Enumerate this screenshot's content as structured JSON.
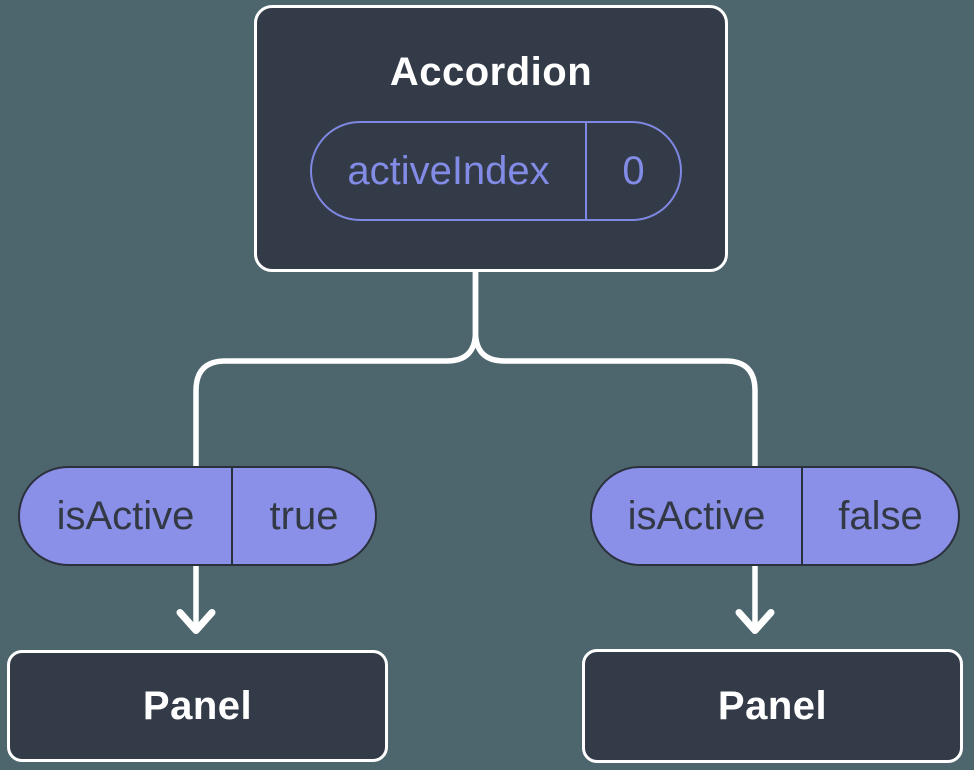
{
  "tree": {
    "root": {
      "label": "Accordion",
      "state_pill": {
        "key": "activeIndex",
        "value": "0"
      }
    },
    "branches": [
      {
        "prop_pill": {
          "key": "isActive",
          "value": "true"
        },
        "child": {
          "label": "Panel"
        }
      },
      {
        "prop_pill": {
          "key": "isActive",
          "value": "false"
        },
        "child": {
          "label": "Panel"
        }
      }
    ],
    "colors": {
      "background": "#4D666D",
      "node_fill": "#343B48",
      "node_border": "#FFFFFF",
      "connector": "#FFFFFF",
      "state_pill_outline": "#7E88E2",
      "state_pill_text": "#828BE5",
      "prop_pill_fill": "#8A90E8",
      "prop_pill_border": "#2B313C",
      "prop_pill_text": "#333944",
      "node_text": "#FFFFFF"
    }
  }
}
